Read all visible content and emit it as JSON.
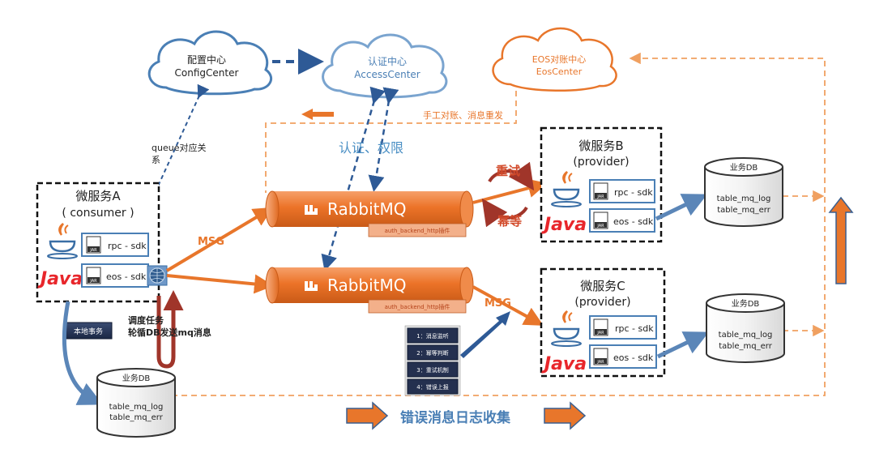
{
  "clouds": {
    "config": {
      "line1": "配置中心",
      "line2": "ConfigCenter"
    },
    "access": {
      "line1": "认证中心",
      "line2": "AccessCenter"
    },
    "eos": {
      "line1": "EOS对账中心",
      "line2": "EosCenter"
    }
  },
  "labels": {
    "queue_mapping_1": "queue对应关",
    "queue_mapping_2": "系",
    "auth_permission": "认证、权限",
    "manual_reconcile": "手工对账、消息重发",
    "msg_a": "MSG",
    "msg_c": "MSG",
    "retry": "重试",
    "idempotent": "幂等",
    "schedule_1": "调度任务",
    "schedule_2": "轮循DB发送mq消息",
    "local_tx": "本地事务",
    "error_log": "错误消息日志收集"
  },
  "services": {
    "a": {
      "title": "微服务A",
      "subtitle": "( consumer )",
      "java": "Java",
      "jar": "JAR",
      "rpc": "rpc - sdk",
      "eos": "eos - sdk"
    },
    "b": {
      "title": "微服务B",
      "subtitle": "(provider)",
      "java": "Java",
      "jar": "JAR",
      "rpc": "rpc - sdk",
      "eos": "eos - sdk"
    },
    "c": {
      "title": "微服务C",
      "subtitle": "(provider)",
      "java": "Java",
      "jar": "JAR",
      "rpc": "rpc - sdk",
      "eos": "eos - sdk"
    }
  },
  "mq": {
    "top": {
      "name": "RabbitMQ",
      "plugin": "auth_backend_http插件"
    },
    "bottom": {
      "name": "RabbitMQ",
      "plugin": "auth_backend_http插件"
    }
  },
  "databases": {
    "a": {
      "title": "业务DB",
      "table1": "table_mq_log",
      "table2": "table_mq_err"
    },
    "b": {
      "title": "业务DB",
      "table1": "table_mq_log",
      "table2": "table_mq_err"
    },
    "c": {
      "title": "业务DB",
      "table1": "table_mq_log",
      "table2": "table_mq_err"
    }
  },
  "feature_list": [
    "1：消息监听",
    "2：幂等判断",
    "3：重试机制",
    "4：错误上报"
  ],
  "colors": {
    "orange": "#e8762b",
    "blue": "#4a7fb5",
    "dark_red": "#a0352a",
    "navy": "#1f2d4d",
    "steel": "#5b86b8"
  }
}
